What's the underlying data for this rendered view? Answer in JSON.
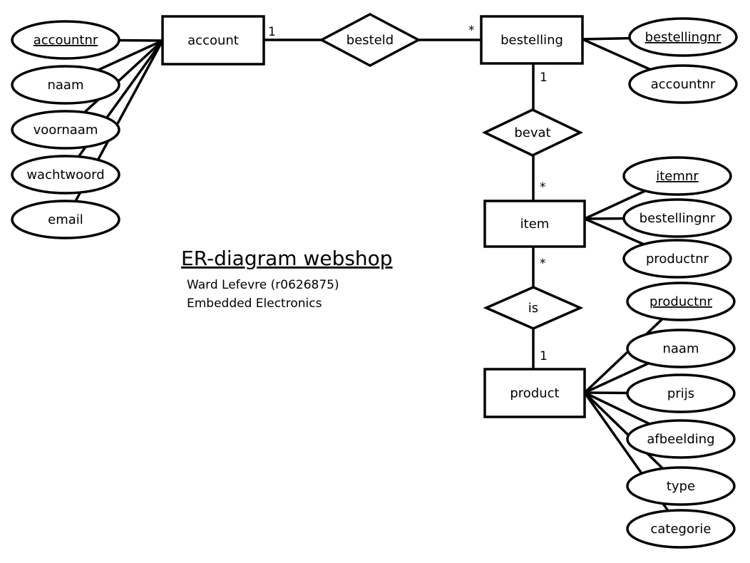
{
  "title": "ER-diagram webshop",
  "author": "Ward Lefevre (r0626875)",
  "course": "Embedded Electronics",
  "entities": [
    {
      "id": "account",
      "label": "account"
    },
    {
      "id": "bestelling",
      "label": "bestelling"
    },
    {
      "id": "item",
      "label": "item"
    },
    {
      "id": "product",
      "label": "product"
    }
  ],
  "relationships": [
    {
      "id": "besteld",
      "label": "besteld",
      "from": "account",
      "to": "bestelling",
      "from_card": "1",
      "to_card": "*"
    },
    {
      "id": "bevat",
      "label": "bevat",
      "from": "bestelling",
      "to": "item",
      "from_card": "1",
      "to_card": "*"
    },
    {
      "id": "is",
      "label": "is",
      "from": "item",
      "to": "product",
      "from_card": "*",
      "to_card": "1"
    }
  ],
  "attributes": [
    {
      "entity": "account",
      "label": "accountnr",
      "key": true
    },
    {
      "entity": "account",
      "label": "naam",
      "key": false
    },
    {
      "entity": "account",
      "label": "voornaam",
      "key": false
    },
    {
      "entity": "account",
      "label": "wachtwoord",
      "key": false
    },
    {
      "entity": "account",
      "label": "email",
      "key": false
    },
    {
      "entity": "bestelling",
      "label": "bestellingnr",
      "key": true
    },
    {
      "entity": "bestelling",
      "label": "accountnr",
      "key": false
    },
    {
      "entity": "item",
      "label": "itemnr",
      "key": true
    },
    {
      "entity": "item",
      "label": "bestellingnr",
      "key": false
    },
    {
      "entity": "item",
      "label": "productnr",
      "key": false
    },
    {
      "entity": "product",
      "label": "productnr",
      "key": true
    },
    {
      "entity": "product",
      "label": "naam",
      "key": false
    },
    {
      "entity": "product",
      "label": "prijs",
      "key": false
    },
    {
      "entity": "product",
      "label": "afbeelding",
      "key": false
    },
    {
      "entity": "product",
      "label": "type",
      "key": false
    },
    {
      "entity": "product",
      "label": "categorie",
      "key": false
    }
  ]
}
